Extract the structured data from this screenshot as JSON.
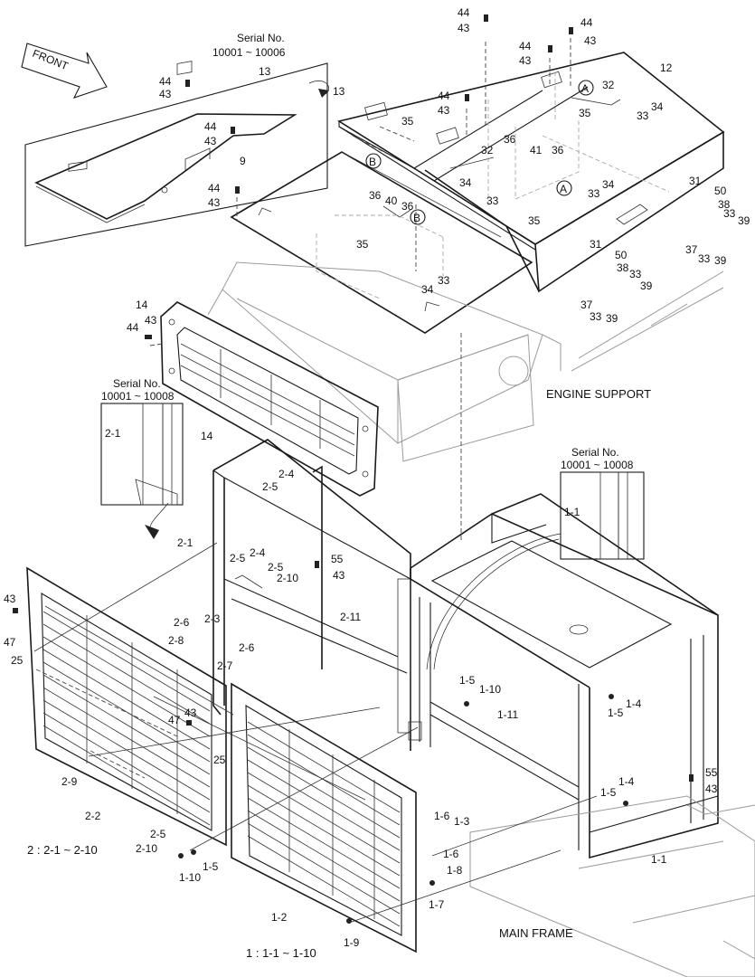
{
  "front_arrow": "FRONT",
  "serial_inset_top": {
    "title": "Serial No.",
    "range": "10001 ~ 10006"
  },
  "serial_inset_left": {
    "title": "Serial No.",
    "range": "10001 ~ 10008"
  },
  "serial_inset_right": {
    "title": "Serial No.",
    "range": "10001 ~ 10008"
  },
  "captions": {
    "engine_support": "ENGINE SUPPORT",
    "main_frame": "MAIN FRAME",
    "group2": "2 : 2-1 ~ 2-10",
    "group1": "1 : 1-1 ~ 1-10"
  },
  "callouts": {
    "c44a": "44",
    "c43a": "43",
    "c44b": "44",
    "c43b": "43",
    "c44c": "44",
    "c43c": "43",
    "c12": "12",
    "c13a": "13",
    "c13b": "13",
    "c44d": "44",
    "c43d": "43",
    "c44e": "44",
    "c43e": "43",
    "c32a": "32",
    "c33a": "33",
    "c34a": "34",
    "c35a": "35",
    "c36a": "36",
    "c41": "41",
    "c36b": "36",
    "c35b": "35",
    "c32b": "32",
    "c34b": "34",
    "c33b": "33",
    "c33c": "33",
    "c34c": "34",
    "c9": "9",
    "c44f": "44",
    "c43f": "43",
    "c36c": "36",
    "c40": "40",
    "c36d": "36",
    "c35c": "35",
    "c34d": "34",
    "c33d": "33",
    "c35d": "35",
    "c31a": "31",
    "c50a": "50",
    "c38a": "38",
    "c33e": "33",
    "c39a": "39",
    "c37a": "37",
    "c33f": "33",
    "c39b": "39",
    "c31b": "31",
    "c50b": "50",
    "c38b": "38",
    "c33g": "33",
    "c39c": "39",
    "c37b": "37",
    "c33h": "33",
    "c39d": "39",
    "c14a": "14",
    "c43g": "43",
    "c44g": "44",
    "c14b": "14",
    "c2_1a": "2-1",
    "c2_4a": "2-4",
    "c2_5a": "2-5",
    "c2_1b": "2-1",
    "c2_5b": "2-5",
    "c2_4b": "2-4",
    "c2_5c": "2-5",
    "c2_10a": "2-10",
    "c55a": "55",
    "c43h": "43",
    "c2_11": "2-11",
    "c43i": "43",
    "c47a": "47",
    "c25a": "25",
    "c2_6a": "2-6",
    "c2_3": "2-3",
    "c2_8": "2-8",
    "c2_6b": "2-6",
    "c2_7": "2-7",
    "c47b": "47",
    "c43j": "43",
    "c25b": "25",
    "c2_9": "2-9",
    "c2_2": "2-2",
    "c2_5d": "2-5",
    "c2_10b": "2-10",
    "c1_5a": "1-5",
    "c1_10a": "1-10",
    "c1_1a": "1-1",
    "c1_5b": "1-5",
    "c1_10b": "1-10",
    "c1_11": "1-11",
    "c1_5c": "1-5",
    "c1_4a": "1-4",
    "c1_4b": "1-4",
    "c1_5d": "1-5",
    "c55b": "55",
    "c43k": "43",
    "c1_1b": "1-1",
    "c1_6a": "1-6",
    "c1_3": "1-3",
    "c1_6b": "1-6",
    "c1_8": "1-8",
    "c1_7": "1-7",
    "c1_2": "1-2",
    "c1_9": "1-9"
  },
  "markers": {
    "mA1": "A",
    "mA2": "A",
    "mB1": "B",
    "mB2": "B"
  }
}
